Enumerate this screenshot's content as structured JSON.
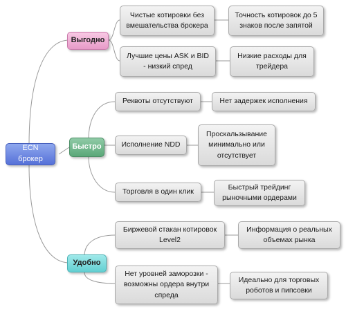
{
  "root": {
    "label": "ECN брокер",
    "color": "#6b85e2"
  },
  "categories": [
    {
      "label": "Выгодно",
      "color": "#f0b3d8",
      "rows": [
        {
          "feature": "Чистые котировки без вмешательства брокера",
          "benefit": "Точность котировок до 5 знаков после запятой"
        },
        {
          "feature": "Лучшие цены ASK и BID - низкий спред",
          "benefit": "Низкие расходы для трейдера"
        }
      ]
    },
    {
      "label": "Быстро",
      "color": "#74b68e",
      "rows": [
        {
          "feature": "Реквоты отсутствуют",
          "benefit": "Нет задержек исполнения"
        },
        {
          "feature": "Исполнение NDD",
          "benefit": "Проскальзывание минимально или отсутствует"
        },
        {
          "feature": "Торговля в один клик",
          "benefit": "Быстрый трейдинг рыночными ордерами"
        }
      ]
    },
    {
      "label": "Удобно",
      "color": "#82dfe1",
      "rows": [
        {
          "feature": "Биржевой стакан котировок Level2",
          "benefit": "Информация о реальных объемах рынка"
        },
        {
          "feature": "Нет уровней заморозки - возможны ордера внутри спреда",
          "benefit": "Идеально для торговых роботов и пипсовки"
        }
      ]
    }
  ]
}
